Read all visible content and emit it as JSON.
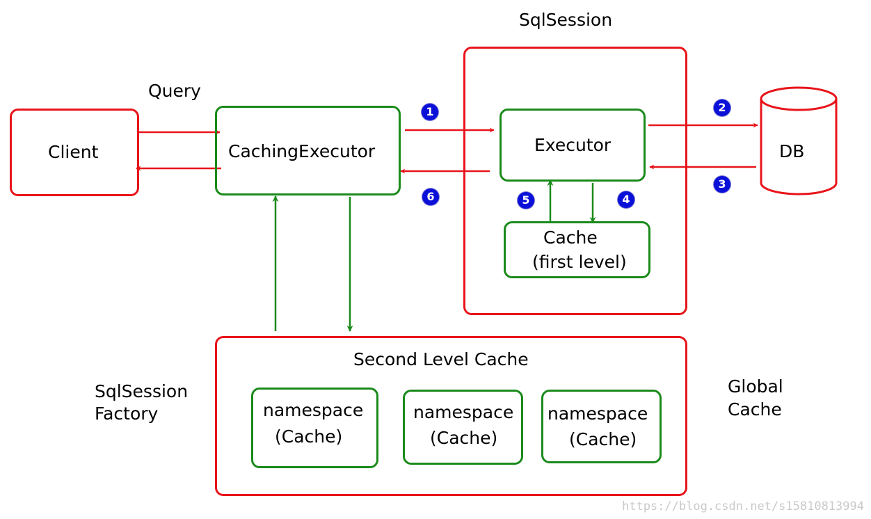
{
  "labels": {
    "query": "Query",
    "sqlsession": "SqlSession",
    "sqlsession_factory_line1": "SqlSession",
    "sqlsession_factory_line2": "Factory",
    "global_cache_line1": "Global",
    "global_cache_line2": "Cache"
  },
  "nodes": {
    "client": "Client",
    "caching_executor": "CachingExecutor",
    "executor": "Executor",
    "first_cache_line1": "Cache",
    "first_cache_line2": "(first level)",
    "db": "DB",
    "second_level_cache": "Second Level Cache",
    "namespaces": [
      {
        "line1": "namespace",
        "line2": "(Cache)"
      },
      {
        "line1": "namespace",
        "line2": "(Cache)"
      },
      {
        "line1": "namespace",
        "line2": "(Cache)"
      }
    ]
  },
  "steps": [
    "1",
    "2",
    "3",
    "4",
    "5",
    "6"
  ],
  "watermark": "https://blog.csdn.net/s15810813994",
  "colors": {
    "red": "#e8141a",
    "green": "#1a8a1a",
    "badge": "#0b10d9"
  }
}
